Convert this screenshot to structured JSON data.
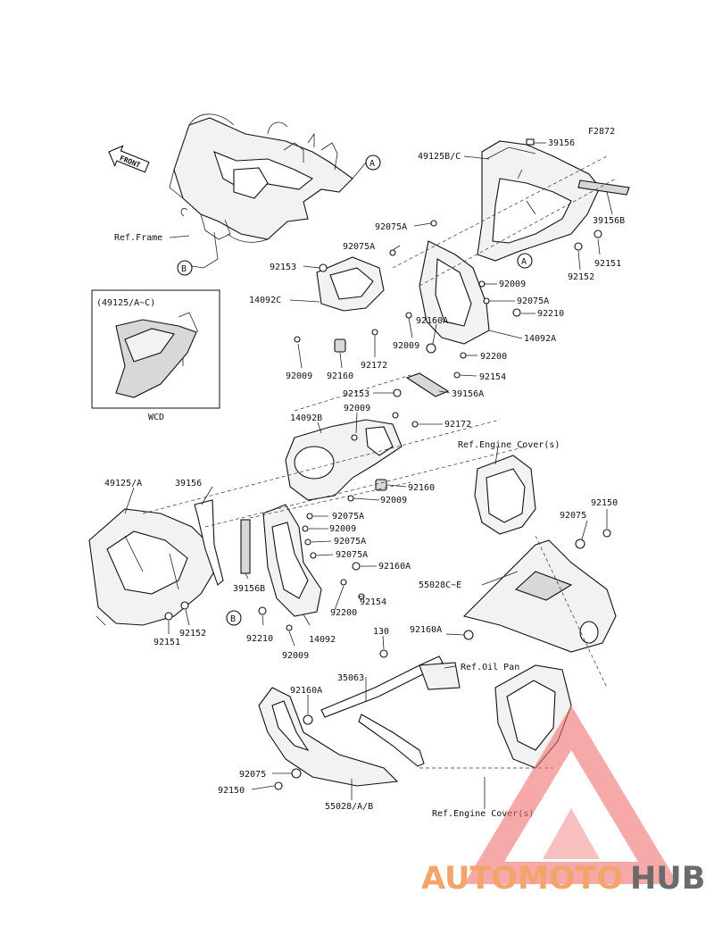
{
  "diagram": {
    "figure_code": "F2872",
    "front_label": "FRONT",
    "inset_title": "(49125/A~C)",
    "inset_caption": "WCD",
    "labels": {
      "l39156_top": "39156",
      "l49125bc": "49125B/C",
      "l39156b_top": "39156B",
      "l92075a_1": "92075A",
      "l92075a_2": "92075A",
      "l92153_1": "92153",
      "l14092c": "14092C",
      "l92009_1": "92009",
      "l92075a_3": "92075A",
      "l92210_1": "92210",
      "l92160a_1": "92160A",
      "l14092a": "14092A",
      "l92009_2": "92009",
      "l92200_1": "92200",
      "l92154_1": "92154",
      "l92151_1": "92151",
      "l92152_1": "92152",
      "l92009_3": "92009",
      "l92160_1": "92160",
      "l92172_1": "92172",
      "l39156a": "39156A",
      "l92153_2": "92153",
      "l92009_4": "92009",
      "l14092b": "14092B",
      "l92172_2": "92172",
      "l92160_2": "92160",
      "l92009_5": "92009",
      "l49125a": "49125/A",
      "l39156_mid": "39156",
      "l92075a_4": "92075A",
      "l92009_6": "92009",
      "l92075a_5": "92075A",
      "l92075a_6": "92075A",
      "l92160a_2": "92160A",
      "l92154_2": "92154",
      "l92200_2": "92200",
      "l39156b_mid": "39156B",
      "l92151_2": "92151",
      "l92152_2": "92152",
      "l92210_2": "92210",
      "l14092": "14092",
      "l92009_7": "92009",
      "l92075_1": "92075",
      "l92150_1": "92150",
      "l55028ce": "55028C~E",
      "l92160a_3": "92160A",
      "l130": "130",
      "l35063": "35063",
      "l92160a_4": "92160A",
      "l92075_2": "92075",
      "l92150_2": "92150",
      "l55028ab": "55028/A/B"
    },
    "refs": {
      "frame": "Ref.Frame",
      "engine_cover_top": "Ref.Engine Cover(s)",
      "oil_pan": "Ref.Oil Pan",
      "engine_cover_bottom": "Ref.Engine Cover(s)"
    },
    "callouts": {
      "a": "A",
      "b": "B"
    }
  },
  "watermark": {
    "text_auto": "AUTOMOTO",
    "text_hub": "HUB",
    "colors": {
      "accent": "#f4a36b",
      "gray": "#6b6b6b",
      "triangle": "#f07070"
    }
  }
}
